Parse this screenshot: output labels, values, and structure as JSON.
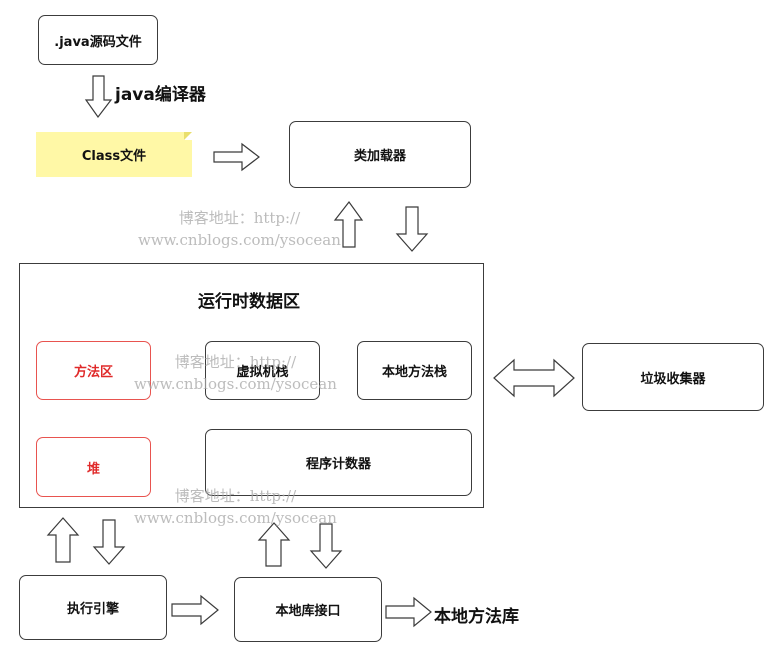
{
  "nodes": {
    "java_source": ".java源码文件",
    "class_file": "Class文件",
    "class_loader": "类加载器",
    "runtime_area_title": "运行时数据区",
    "method_area": "方法区",
    "vm_stack": "虚拟机栈",
    "native_method_stack": "本地方法栈",
    "heap": "堆",
    "program_counter": "程序计数器",
    "gc": "垃圾收集器",
    "execution_engine": "执行引擎",
    "native_interface": "本地库接口"
  },
  "labels": {
    "compiler": "java编译器",
    "native_library": "本地方法库"
  },
  "watermark": {
    "line1": "博客地址：http://",
    "line2": "www.cnblogs.com/ysocean"
  },
  "colors": {
    "highlight_border": "#e8534f",
    "highlight_text": "#e02a2a",
    "note_fill": "#fff8a6"
  }
}
